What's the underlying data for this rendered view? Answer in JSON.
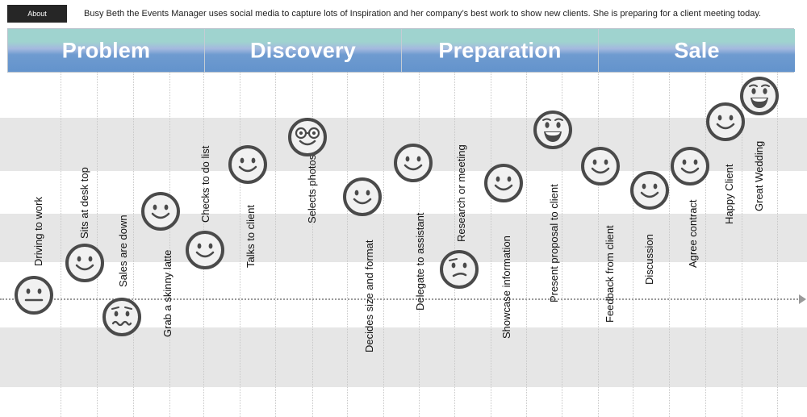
{
  "header": {
    "about_label": "About",
    "intro_text": "Busy Beth the Events Manager uses social media to capture lots of Inspiration and her company’s best work to show new clients. She is preparing for a client meeting today."
  },
  "phases": [
    {
      "label": "Problem"
    },
    {
      "label": "Discovery"
    },
    {
      "label": "Preparation"
    },
    {
      "label": "Sale"
    }
  ],
  "steps": [
    {
      "label": "Driving to work",
      "mood": "neutral",
      "face_icon": "neutral-face-icon"
    },
    {
      "label": "Sits at desk top",
      "mood": "smile",
      "face_icon": "smiling-face-icon"
    },
    {
      "label": "Sales are down",
      "mood": "worried",
      "face_icon": "worried-face-icon"
    },
    {
      "label": "Grab a skinny  latte",
      "mood": "smile",
      "face_icon": "smiling-face-icon"
    },
    {
      "label": "Checks to do list",
      "mood": "smile",
      "face_icon": "smiling-face-icon"
    },
    {
      "label": "Talks to client",
      "mood": "smile",
      "face_icon": "smiling-face-icon"
    },
    {
      "label": "Selects photos",
      "mood": "glasses",
      "face_icon": "glasses-face-icon"
    },
    {
      "label": "Decides size and format",
      "mood": "smile",
      "face_icon": "smiling-face-icon"
    },
    {
      "label": "Delegate to assistant",
      "mood": "smile",
      "face_icon": "smiling-face-icon"
    },
    {
      "label": "Research or meeting",
      "mood": "confused",
      "face_icon": "confused-face-icon"
    },
    {
      "label": "Showcase information",
      "mood": "smile",
      "face_icon": "smiling-face-icon"
    },
    {
      "label": "Present proposal to client",
      "mood": "excited",
      "face_icon": "excited-face-icon"
    },
    {
      "label": "Feedback from client",
      "mood": "smile",
      "face_icon": "smiling-face-icon"
    },
    {
      "label": "Discussion",
      "mood": "smile",
      "face_icon": "smiling-face-icon"
    },
    {
      "label": "Agree contract",
      "mood": "smile",
      "face_icon": "smiling-face-icon"
    },
    {
      "label": "Happy Client",
      "mood": "smile",
      "face_icon": "smiling-face-icon"
    },
    {
      "label": "Great Wedding",
      "mood": "excited",
      "face_icon": "excited-face-icon"
    }
  ]
}
